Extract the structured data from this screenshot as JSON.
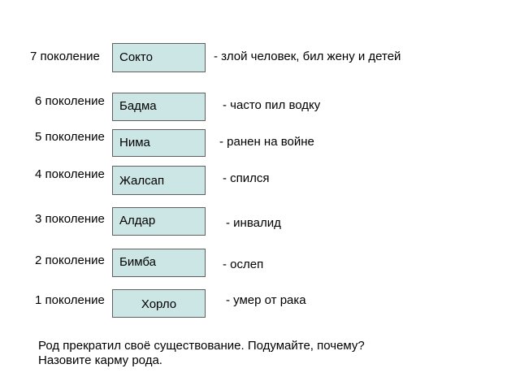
{
  "rows": [
    {
      "generation": "7 поколение",
      "name": "Сокто",
      "note": "- злой человек, бил жену и детей"
    },
    {
      "generation": "6 поколение",
      "name": "Бадма",
      "note": "- часто пил водку"
    },
    {
      "generation": "5 поколение",
      "name": "Нима",
      "note": "- ранен на войне"
    },
    {
      "generation": "4 поколение",
      "name": "Жалсап",
      "note": "- спился"
    },
    {
      "generation": "3 поколение",
      "name": "Алдар",
      "note": "- инвалид"
    },
    {
      "generation": "2 поколение",
      "name": "Бимба",
      "note": "- ослеп"
    },
    {
      "generation": "1 поколение",
      "name": "Хорло",
      "note": "- умер от рака"
    }
  ],
  "footer": {
    "line1": "Род прекратил своё существование. Подумайте, почему?",
    "line2": "Назовите карму рода."
  },
  "colors": {
    "box_fill": "#cce6e6",
    "box_border": "#606060"
  }
}
